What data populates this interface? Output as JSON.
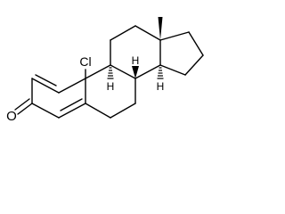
{
  "atoms": {
    "chlorine": "Cl",
    "oxygen": "O",
    "h_c8": "H",
    "h_c9": "H",
    "h_c14": "H"
  }
}
